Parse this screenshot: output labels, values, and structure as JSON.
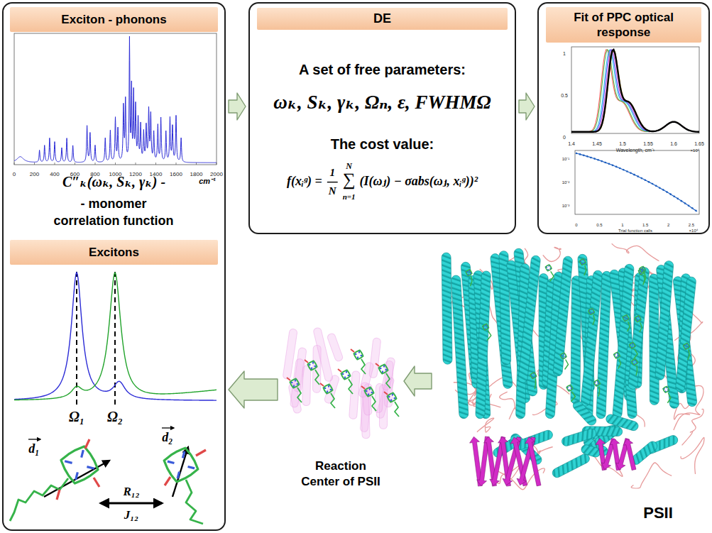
{
  "diagram": {
    "nodes": [
      {
        "text": [
          "Exciton - phonons",
          "C″ₖ(ωₖ, Sₖ, γₖ) -",
          "- monomer correlation function",
          "Excitons"
        ]
      },
      {
        "text": [
          "DE",
          "A set of free parameters:",
          "ωₖ, Sₖ, γₖ, Ωₙ, ε, FWHMΩ",
          "The cost value:",
          "f(xᵢᵍ) =",
          "1",
          "N",
          "N",
          "∑",
          "n=1",
          "(I(ωⱼ) − σabs(ωⱼ, xᵢᵍ))²"
        ]
      },
      {
        "text": [
          "Fit of PPC optical response"
        ]
      },
      {
        "text": [
          "Reaction Center of PSII"
        ]
      },
      {
        "text": [
          "PSII"
        ]
      }
    ],
    "edges": [
      {
        "from": 0,
        "to": 1,
        "arrow": "to"
      },
      {
        "from": 1,
        "to": 2,
        "arrow": "to"
      },
      {
        "from": 4,
        "to": 3,
        "arrow": "to"
      },
      {
        "from": 3,
        "to": 0,
        "arrow": "to"
      }
    ],
    "labels": [
      "0",
      "200",
      "400",
      "600",
      "800",
      "1000",
      "1200",
      "1400",
      "1600",
      "1800",
      "2000",
      "cm⁻¹",
      "Ω₁",
      "Ω₂",
      "d₁",
      "d₂",
      "R₁₂",
      "J₁₂",
      "1",
      "0.5",
      "0",
      "1.4",
      "1.45",
      "1.5",
      "1.55",
      "1.6",
      "1.65",
      "Wavelength, cm⁻¹",
      "×10⁴",
      "10⁻¹",
      "10⁻²",
      "10⁻³",
      "0",
      "0.5",
      "1",
      "1.5",
      "2",
      "2.5",
      "Trial function calls",
      "×10⁴"
    ]
  }
}
